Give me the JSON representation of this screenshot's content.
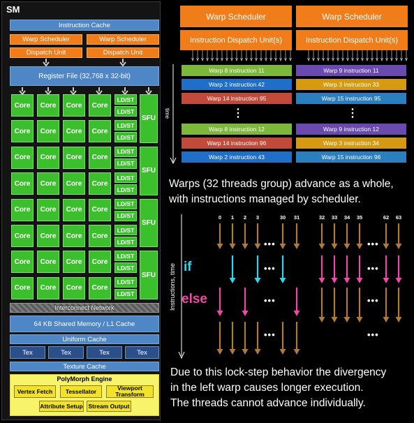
{
  "sm": {
    "title": "SM",
    "instruction_cache": "Instruction Cache",
    "warp_scheduler": "Warp Scheduler",
    "dispatch_unit": "Dispatch Unit",
    "register_file": "Register File (32,768 x 32-bit)",
    "core": "Core",
    "ldst": "LD/ST",
    "sfu": "SFU",
    "interconnect": "Interconnect Network",
    "shared_memory": "64 KB Shared Memory / L1 Cache",
    "uniform_cache": "Uniform Cache",
    "tex": "Tex",
    "texture_cache": "Texture Cache",
    "polymorph_engine": "PolyMorph Engine",
    "vertex_fetch": "Vertex Fetch",
    "tessellator": "Tessellator",
    "viewport_transform": "Viewport Transform",
    "attribute_setup": "Attribute Setup",
    "stream_output": "Stream Output"
  },
  "scheduler": {
    "warp_scheduler": "Warp Scheduler",
    "dispatch_unit": "Instruction Dispatch Unit(s)",
    "time_label": "time",
    "left": [
      {
        "text": "Warp 8 instruction 11",
        "color": "#7cb83a"
      },
      {
        "text": "Warp 2 instruction 42",
        "color": "#1f6fc8"
      },
      {
        "text": "Warp 14 instruction 95",
        "color": "#c24a3a"
      },
      {
        "text": "Warp 8 instruction 12",
        "color": "#7cb83a"
      },
      {
        "text": "Warp 14 instruction 96",
        "color": "#c24a3a"
      },
      {
        "text": "Warp 2 instruction 43",
        "color": "#1f6fc8"
      }
    ],
    "right": [
      {
        "text": "Warp 9 instruction 11",
        "color": "#6a4ab0"
      },
      {
        "text": "Warp 3 instruction 33",
        "color": "#d59a12"
      },
      {
        "text": "Warp 15 instruction 95",
        "color": "#2a7fbf"
      },
      {
        "text": "Warp 9 instruction 12",
        "color": "#6a4ab0"
      },
      {
        "text": "Warp 3 instruction 34",
        "color": "#d59a12"
      },
      {
        "text": "Warp 15 instruction 96",
        "color": "#2a7fbf"
      }
    ],
    "vdots": "⋮"
  },
  "caption1": {
    "line1": "Warps (32 threads group) advance as a whole,",
    "line2": "with instructions managed by scheduler."
  },
  "divergence": {
    "axis_label": "Instructions, time",
    "ticks_left": [
      "0",
      "1",
      "2",
      "3",
      "30",
      "31"
    ],
    "ticks_right": [
      "32",
      "33",
      "34",
      "35",
      "62",
      "63"
    ],
    "if_label": "if",
    "else_label": "else",
    "ellipsis": "•••"
  },
  "caption2": {
    "line1": "Due to this lock-step behavior the divergency",
    "line2": "in the left warp causes longer execution.",
    "line3": "The threads cannot advance individually."
  },
  "colors": {
    "brown": "#b07a3c",
    "cyan": "#2fd6f0",
    "pink": "#f04aa8"
  }
}
